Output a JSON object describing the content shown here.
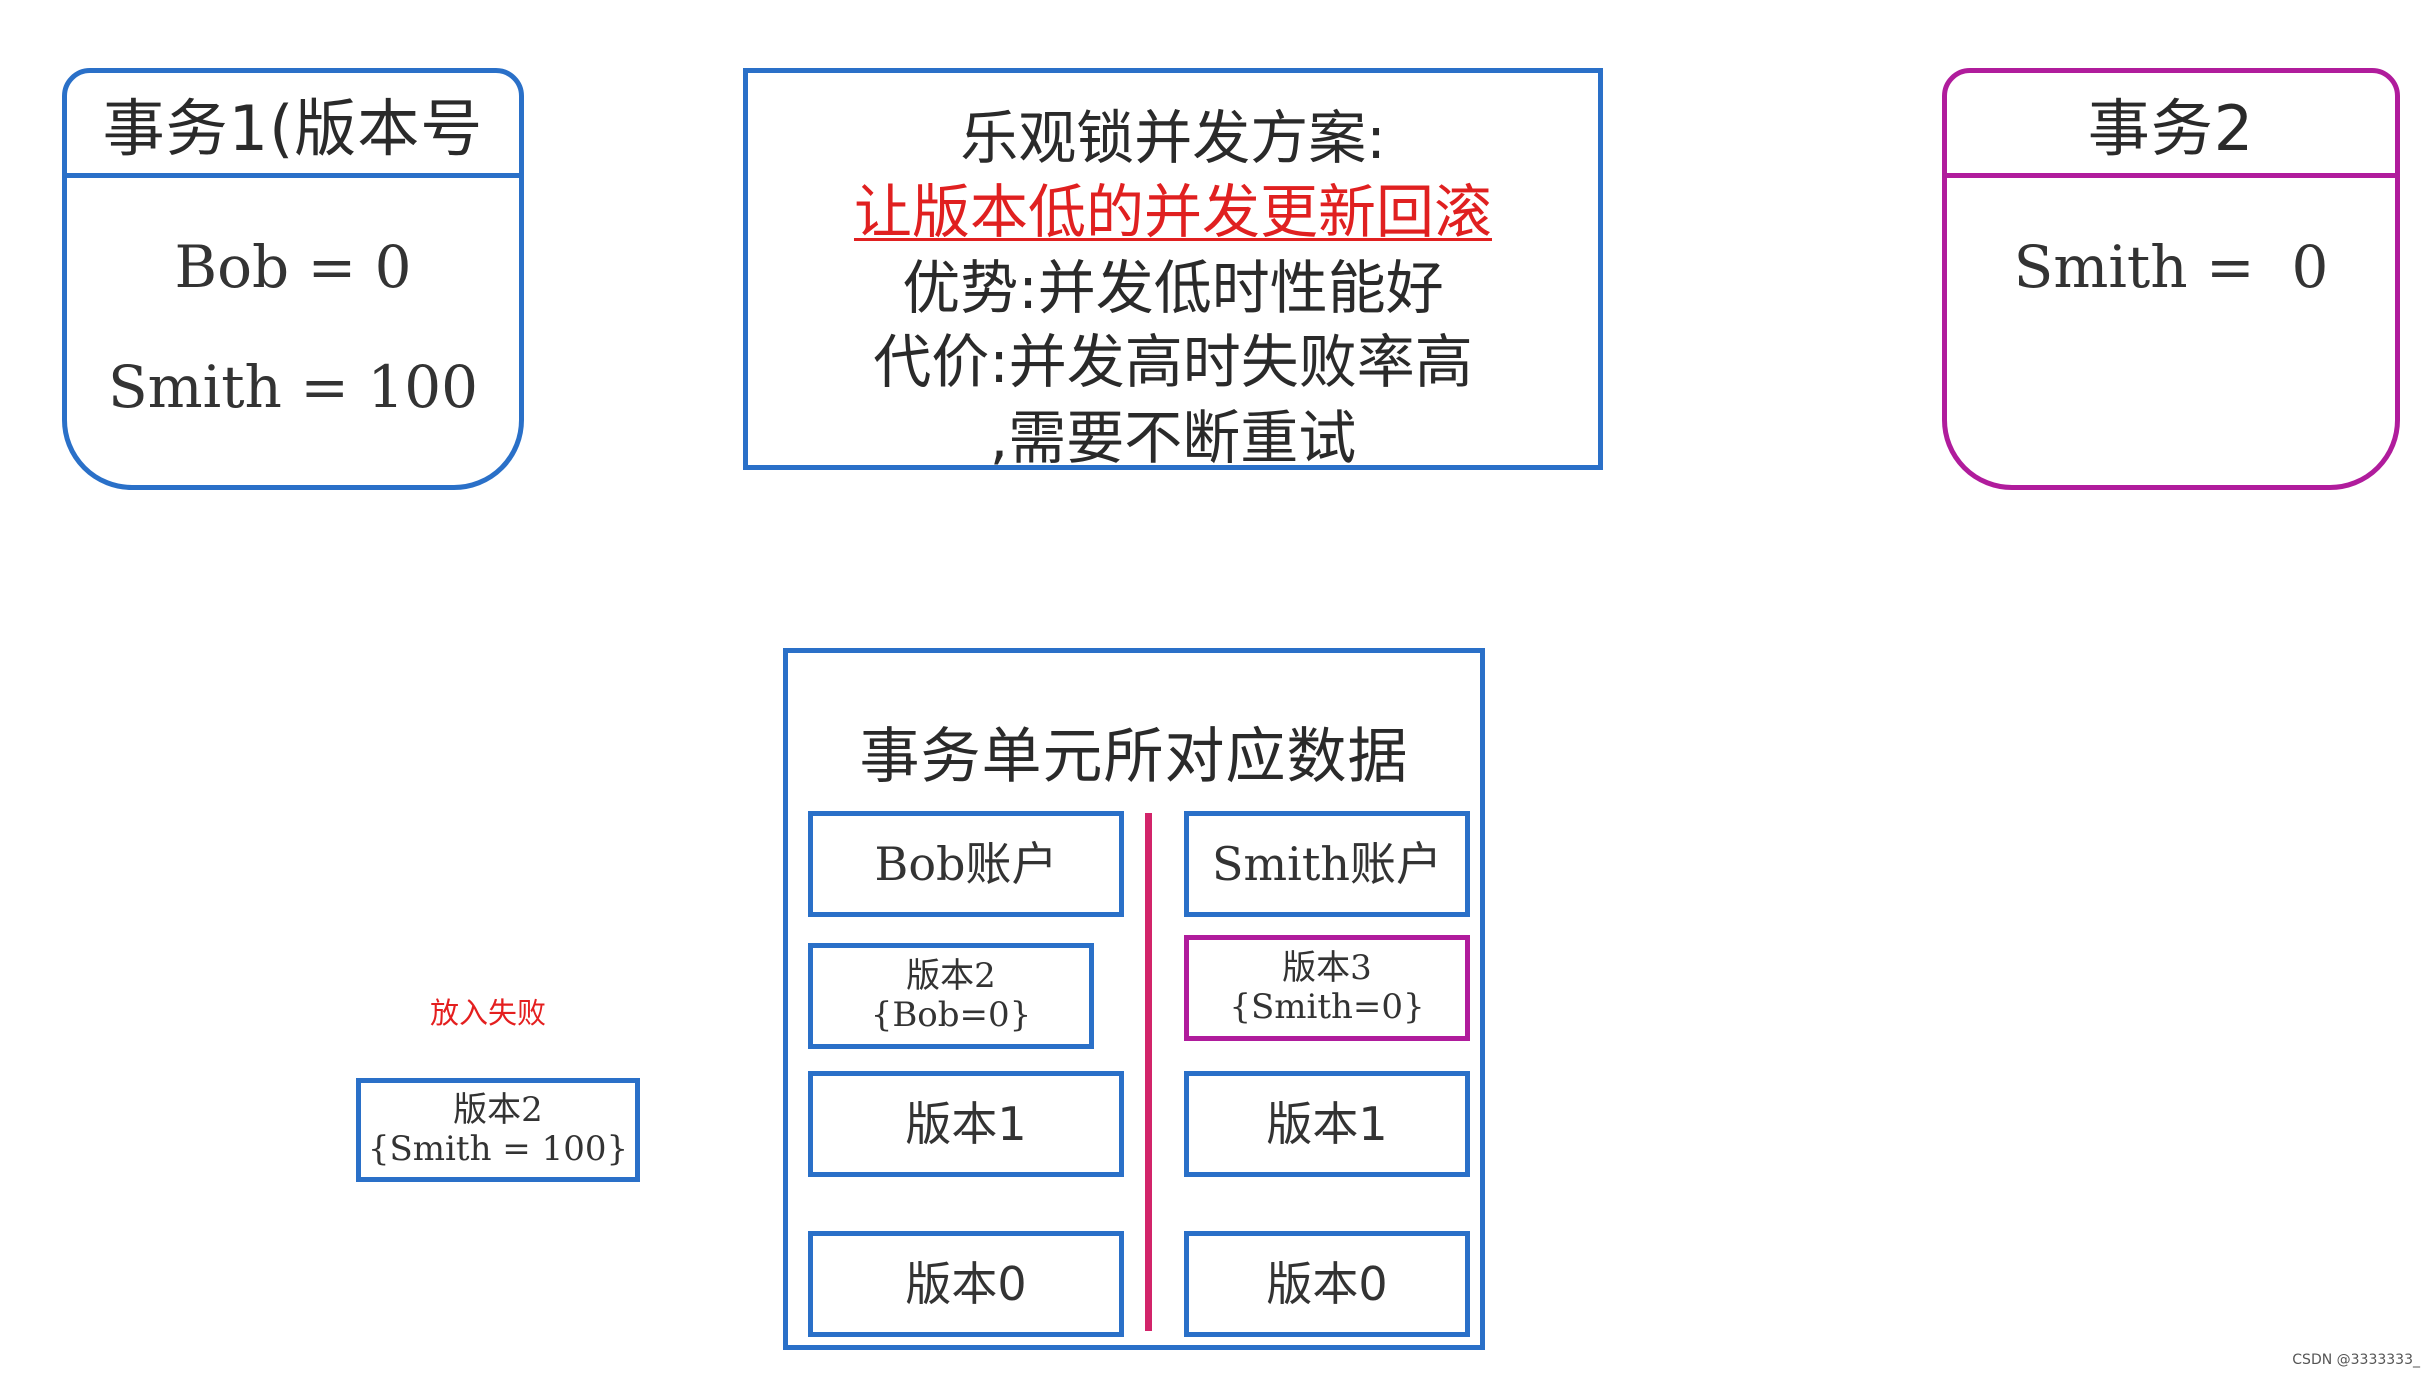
{
  "transaction1": {
    "title": "事务1(版本号",
    "lines": [
      "Bob = 0",
      "Smith = 100"
    ]
  },
  "transaction2": {
    "title": "事务2",
    "lines": [
      "Smith =  0"
    ]
  },
  "strategy": {
    "line1": "乐观锁并发方案:",
    "line2": "让版本低的并发更新回滚",
    "line3": "优势:并发低时性能好",
    "line4": "代价:并发高时失败率高",
    "line5": ",需要不断重试"
  },
  "data_unit": {
    "title": "事务单元所对应数据",
    "bob_column": {
      "header": "Bob账户",
      "rows": [
        {
          "version": "版本2",
          "value": "{Bob=0}"
        },
        {
          "version": "版本1"
        },
        {
          "version": "版本0"
        }
      ]
    },
    "smith_column": {
      "header": "Smith账户",
      "rows": [
        {
          "version": "版本3",
          "value": "{Smith=0}"
        },
        {
          "version": "版本1"
        },
        {
          "version": "版本0"
        }
      ]
    }
  },
  "failed": {
    "label": "放入失败",
    "version": "版本2",
    "value": "{Smith = 100}"
  },
  "watermark": "CSDN @3333333_",
  "colors": {
    "blue": "#2a70c8",
    "magenta": "#b01c9c",
    "divider": "#d2246a",
    "red": "#e02020"
  }
}
